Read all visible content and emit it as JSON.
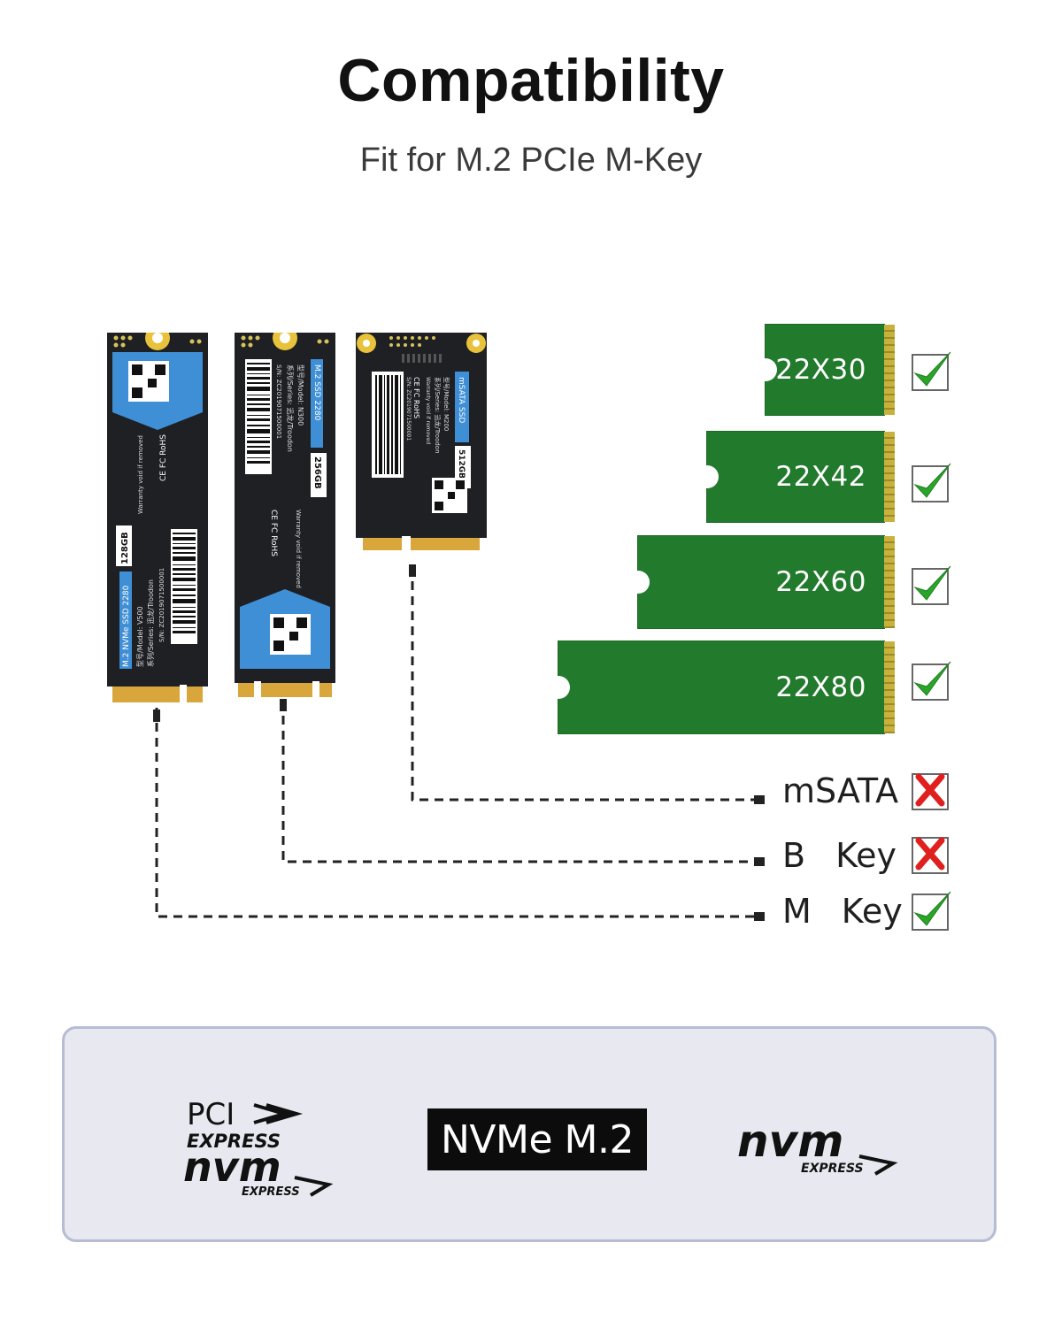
{
  "header": {
    "title": "Compatibility",
    "subtitle": "Fit for M.2 PCIe M-Key"
  },
  "ssds": [
    {
      "kind": "M.2 NVMe SSD 2280",
      "model_line": "型号/Model: V500",
      "series_line": "系列/Series: 迅龙/Troodon",
      "capacity": "128GB",
      "serial": "S/N: ZC2019071500001",
      "warranty": "Warranty void if removed",
      "cert": "CE FC RoHS"
    },
    {
      "kind": "M.2 SSD 2280",
      "model_line": "型号/Model: N300",
      "series_line": "系列/Series: 迅龙/Troodon",
      "capacity": "256GB",
      "serial": "S/N: ZC2019071500001",
      "warranty": "Warranty void if removed",
      "cert": "CE FC RoHS"
    },
    {
      "kind": "mSATA SSD",
      "model_line": "型号/Model: M200",
      "series_line": "系列/Series: 迅龙/Troodon",
      "capacity": "512GB",
      "serial": "S/N: ZC2019071500001",
      "warranty": "Warranty void if removed",
      "cert": "CE FC RoHS"
    }
  ],
  "sizes": [
    {
      "label": "22X30",
      "supported": true
    },
    {
      "label": "22X42",
      "supported": true
    },
    {
      "label": "22X60",
      "supported": true
    },
    {
      "label": "22X80",
      "supported": true
    }
  ],
  "interfaces": [
    {
      "label": "mSATA",
      "supported": false
    },
    {
      "label_a": "B",
      "label_b": "Key",
      "supported": false
    },
    {
      "label_a": "M",
      "label_b": "Key",
      "supported": true
    }
  ],
  "logos": {
    "pci_line1": "PCI",
    "pci_line2": "EXPRESS",
    "nvm": "nvm",
    "express": "EXPRESS",
    "nvme_m2": "NVMe M.2"
  },
  "colors": {
    "card_green": "#227a2c",
    "check_green": "#2aa52a",
    "cross_red": "#e0201f",
    "ssd_blue": "#3f8fd6",
    "panel_bg": "#e7e8f0"
  }
}
